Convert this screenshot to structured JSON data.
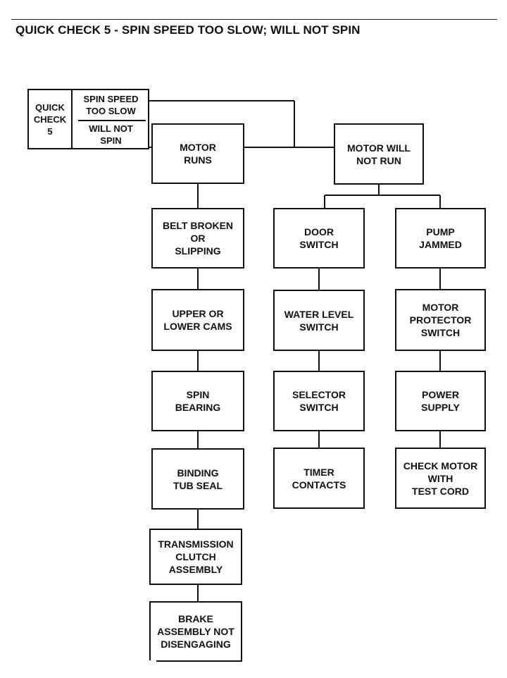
{
  "title": "QUICK CHECK 5 - SPIN SPEED TOO SLOW; WILL NOT SPIN",
  "start": {
    "label": "QUICK\nCHECK\n5",
    "condition_1": "SPIN SPEED\nTOO SLOW",
    "condition_2": "WILL NOT\nSPIN"
  },
  "branches": {
    "motor_runs": {
      "label": "MOTOR\nRUNS",
      "steps": [
        "BELT BROKEN\nOR\nSLIPPING",
        "UPPER OR\nLOWER CAMS",
        "SPIN\nBEARING",
        "BINDING\nTUB SEAL",
        "TRANSMISSION\nCLUTCH\nASSEMBLY",
        "BRAKE\nASSEMBLY NOT\nDISENGAGING"
      ]
    },
    "motor_will_not_run": {
      "label": "MOTOR WILL\nNOT RUN",
      "door_path": [
        "DOOR\nSWITCH",
        "WATER LEVEL\nSWITCH",
        "SELECTOR\nSWITCH",
        "TIMER\nCONTACTS"
      ],
      "pump_path": [
        "PUMP\nJAMMED",
        "MOTOR\nPROTECTOR\nSWITCH",
        "POWER\nSUPPLY",
        "CHECK MOTOR\nWITH\nTEST CORD"
      ]
    }
  }
}
